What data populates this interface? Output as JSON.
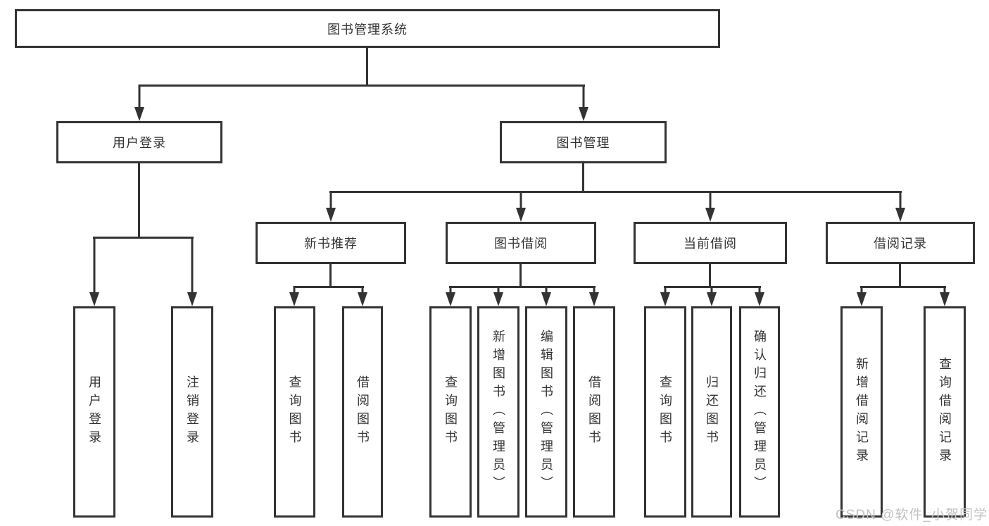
{
  "diagram": {
    "title": "图书管理系统",
    "children": [
      {
        "label": "用户登录",
        "children": [
          {
            "label": "用户登录"
          },
          {
            "label": "注销登录"
          }
        ]
      },
      {
        "label": "图书管理",
        "children": [
          {
            "label": "新书推荐",
            "children": [
              {
                "label": "查询图书"
              },
              {
                "label": "借阅图书"
              }
            ]
          },
          {
            "label": "图书借阅",
            "children": [
              {
                "label": "查询图书"
              },
              {
                "label": "新增图书（管理员）"
              },
              {
                "label": "编辑图书（管理员）"
              },
              {
                "label": "借阅图书"
              }
            ]
          },
          {
            "label": "当前借阅",
            "children": [
              {
                "label": "查询图书"
              },
              {
                "label": "归还图书"
              },
              {
                "label": "确认归还（管理员）"
              }
            ]
          },
          {
            "label": "借阅记录",
            "children": [
              {
                "label": "新增借阅记录"
              },
              {
                "label": "查询借阅记录"
              }
            ]
          }
        ]
      }
    ]
  },
  "watermark": {
    "text": "CSDN @软件_小贺同学"
  },
  "colors": {
    "line": "#333333",
    "text": "#333333",
    "watermark": "#c2c2c2",
    "bg": "#ffffff"
  }
}
